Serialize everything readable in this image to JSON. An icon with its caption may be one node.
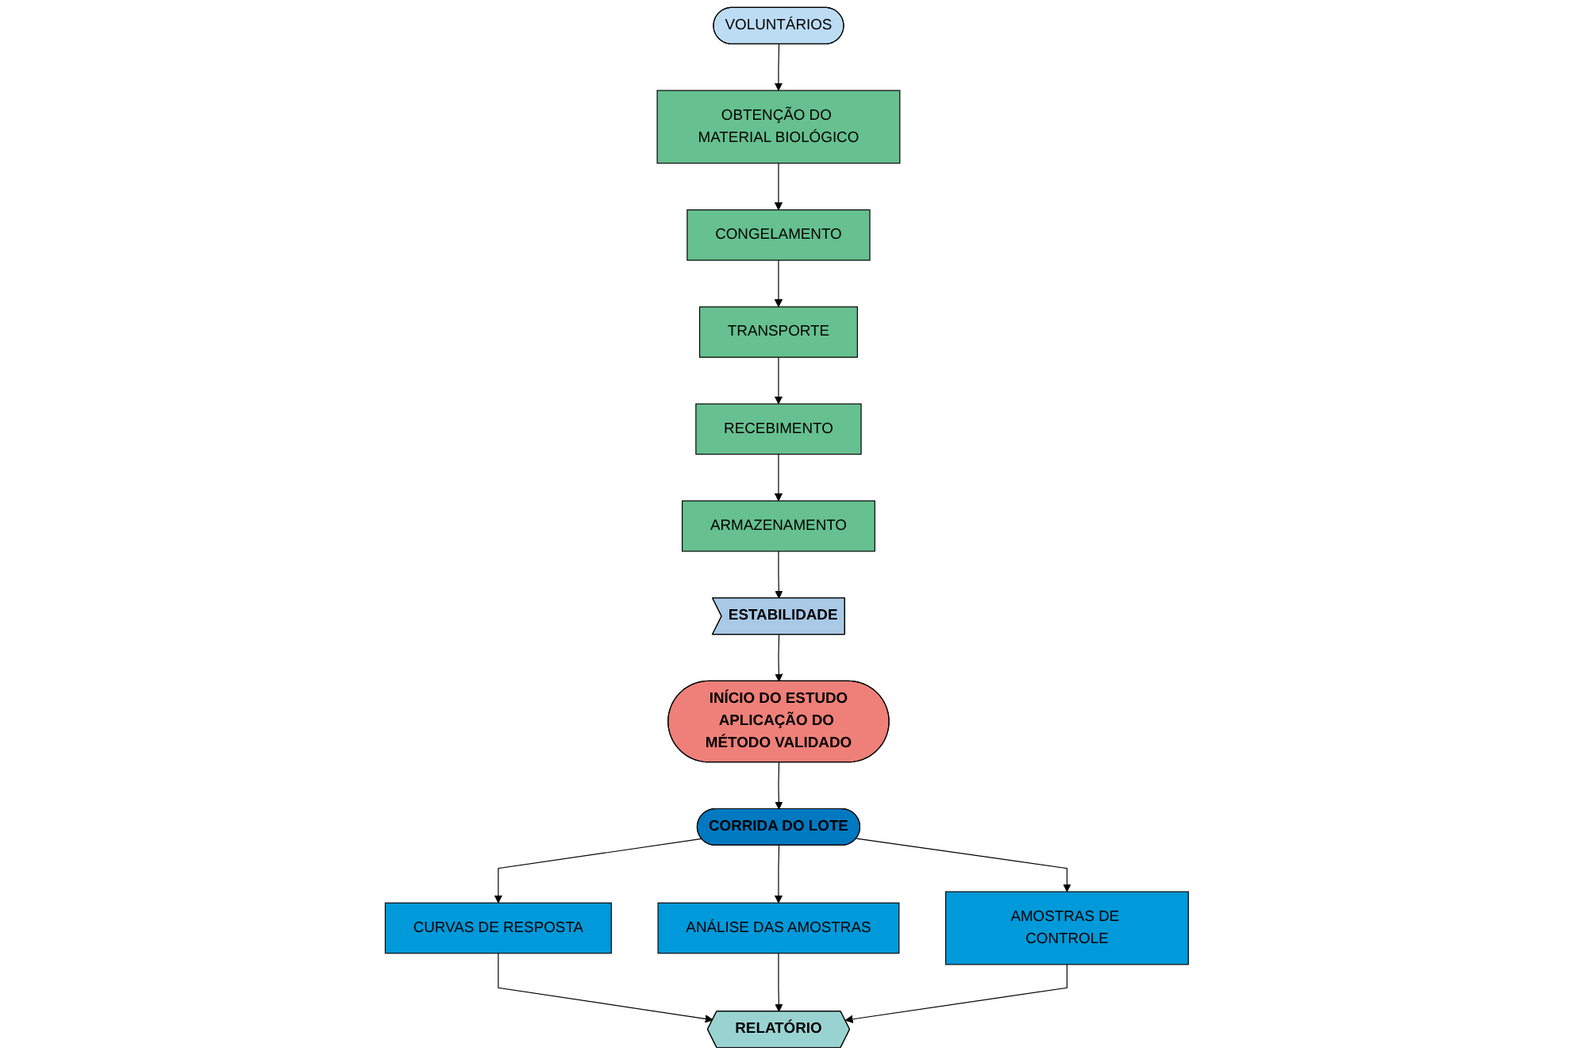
{
  "diagram": {
    "nodes": [
      {
        "text": [
          "VOLUNTÁRIOS"
        ]
      },
      {
        "text": [
          "OBTENÇÃO DO MATERIAL BIOLÓGICO"
        ]
      },
      {
        "text": [
          "CONGELAMENTO"
        ]
      },
      {
        "text": [
          "TRANSPORTE"
        ]
      },
      {
        "text": [
          "RECEBIMENTO"
        ]
      },
      {
        "text": [
          "ARMAZENAMENTO"
        ]
      },
      {
        "text": [
          "ESTABILIDADE"
        ]
      },
      {
        "text": [
          "INÍCIO DO ESTUDO",
          "APLICAÇÃO DO MÉTODO VALIDADO"
        ]
      },
      {
        "text": [
          "CORRIDA DO LOTE"
        ]
      },
      {
        "text": [
          "CURVAS DE RESPOSTA"
        ]
      },
      {
        "text": [
          "ANÁLISE DAS AMOSTRAS"
        ]
      },
      {
        "text": [
          "AMOSTRAS DE CONTROLE"
        ]
      },
      {
        "text": [
          "RELATÓRIO"
        ]
      }
    ],
    "edges": [
      {
        "from": 0,
        "to": 1,
        "arrow": "to"
      },
      {
        "from": 1,
        "to": 2,
        "arrow": "to"
      },
      {
        "from": 2,
        "to": 3,
        "arrow": "to"
      },
      {
        "from": 3,
        "to": 4,
        "arrow": "to"
      },
      {
        "from": 4,
        "to": 5,
        "arrow": "to"
      },
      {
        "from": 5,
        "to": 6,
        "arrow": "to"
      },
      {
        "from": 6,
        "to": 7,
        "arrow": "to"
      },
      {
        "from": 7,
        "to": 8,
        "arrow": "to"
      },
      {
        "from": 8,
        "to": 9,
        "arrow": "to"
      },
      {
        "from": 8,
        "to": 10,
        "arrow": "to"
      },
      {
        "from": 8,
        "to": 11,
        "arrow": "to"
      },
      {
        "from": 9,
        "to": 12,
        "arrow": "to"
      },
      {
        "from": 10,
        "to": 12,
        "arrow": "to"
      },
      {
        "from": 11,
        "to": 12,
        "arrow": "to"
      }
    ]
  }
}
